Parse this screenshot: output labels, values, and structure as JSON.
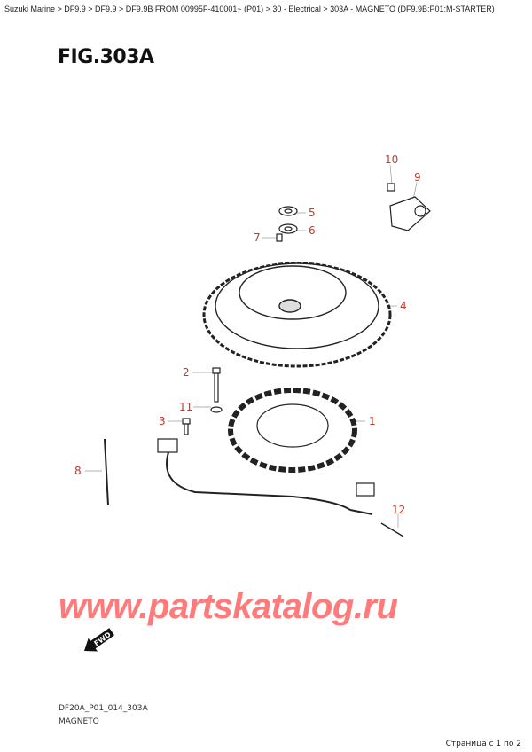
{
  "breadcrumb": "Suzuki Marine > DF9.9 > DF9.9 > DF9.9B FROM 00995F-410001~ (P01) > 30 - Electrical > 303A - MAGNETO (DF9.9B:P01:M-STARTER)",
  "figure_title": "FIG.303A",
  "callouts": [
    "10",
    "9",
    "5",
    "6",
    "7",
    "4",
    "2",
    "11",
    "1",
    "3",
    "8",
    "12"
  ],
  "watermark": "www.partskatalog.ru",
  "fwd_label": "FWD",
  "drawing_code": "DF20A_P01_014_303A",
  "drawing_name": "MAGNETO",
  "pagination": "Страница с 1 по 2",
  "colors": {
    "callout": "#c0392b",
    "watermark": "#ff7b7b"
  }
}
